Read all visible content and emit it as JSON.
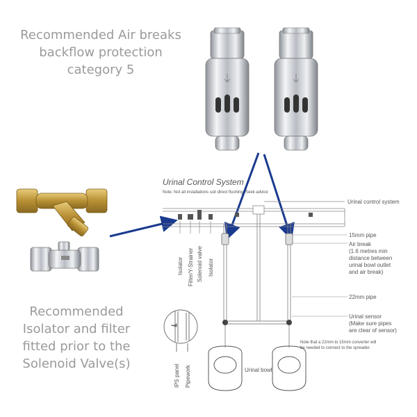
{
  "captions": {
    "top": [
      "Recommended  Air breaks",
      "backflow protection",
      "category 5"
    ],
    "bottom": [
      "Recommended",
      "Isolator and filter",
      "fitted prior to the",
      "Solenoid Valve(s)"
    ]
  },
  "diagram": {
    "title": "Urinal Control System",
    "note": "Note: Not all installations suit direct flushing. Seek advice",
    "labels": {
      "control_system": "Urinal control system",
      "pipe_15": "15mm pipe",
      "air_break": [
        "Air break",
        "(1.6 metres min",
        "distance between",
        "urinal bowl outlet",
        "and air break)"
      ],
      "pipe_22": "22mm pipe",
      "sensor": [
        "Urinal sensor",
        "(Make sure pipes",
        "are clear of sensor)"
      ],
      "converter_note": [
        "Note that a 22mm to 15mm converter will",
        "be needed to connect to the spreader."
      ],
      "urinal_bowl": "Urinal bowl",
      "isolator_1": "Isolator",
      "strainer": "Filter/Y-Strainer",
      "solenoid": "Solenoid valve",
      "isolator_2": "Isolator",
      "ips_panel": "IPS panel",
      "pipework": "Pipework"
    }
  },
  "colors": {
    "arrow": "#1a3a8f",
    "caption": "#9a9a9a",
    "chrome": "#c9ccd1",
    "brass": "#c8a24a"
  }
}
